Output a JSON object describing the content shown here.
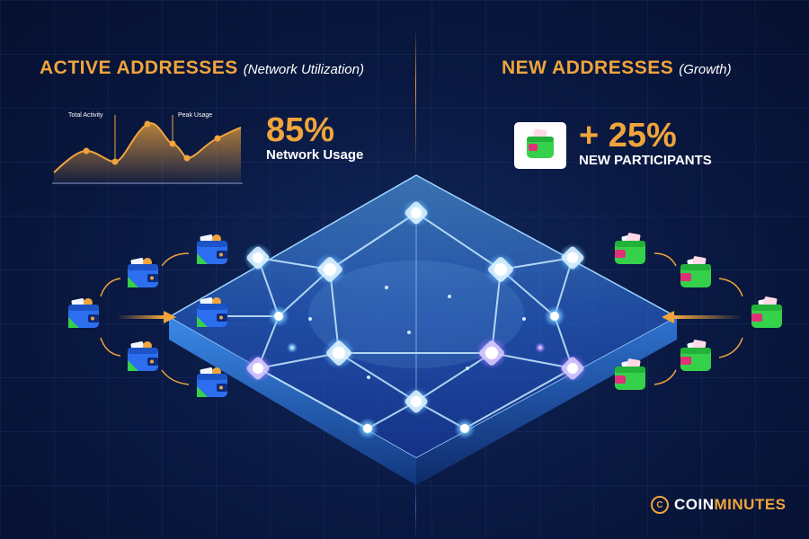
{
  "left": {
    "title": "ACTIVE ADDRESSES",
    "subtitle": "(Network Utilization)",
    "chart_label_1": "Total Activity",
    "chart_label_2": "Peak Usage",
    "stat_value": "85%",
    "stat_label": "Network Usage"
  },
  "right": {
    "title": "NEW ADDRESSES",
    "subtitle": "(Growth)",
    "stat_value": "+ 25%",
    "stat_label": "NEW PARTICIPANTS"
  },
  "brand": {
    "mark": "C",
    "name_a": "COIN",
    "name_b": "MINUTES"
  },
  "icons": {
    "left_wallet": "blue-wallet-icon",
    "right_wallet": "green-wallet-icon"
  },
  "colors": {
    "accent": "#f0a43c",
    "background": "#0a1a44",
    "node": "#bfe6ff",
    "purple_node": "#9b7bff"
  }
}
